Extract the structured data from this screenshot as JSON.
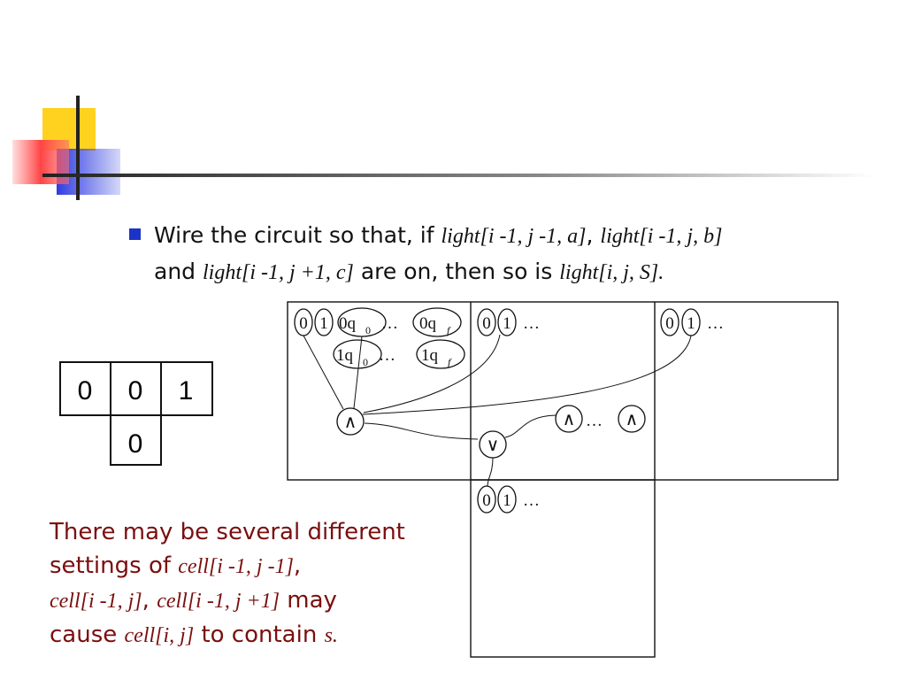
{
  "bullet": {
    "prefix": "Wire the circuit so that, if",
    "expr1": "light[i -1, j -1, a]",
    "comma1": ",",
    "expr2": "light[i -1, j, b]",
    "and": "and",
    "expr3": "light[i -1, j +1, c]",
    "middle": "are on, then so is",
    "expr4": "light[i, j, S]."
  },
  "small_grid": {
    "top_row": [
      "0",
      "0",
      "1"
    ],
    "bottom": "0"
  },
  "circuit": {
    "cell_left_labels": [
      "0",
      "1",
      "0q",
      "0",
      "…",
      "0q",
      "f",
      "1q",
      "0",
      "…",
      "1q",
      "f"
    ],
    "cell_mid_labels": [
      "0",
      "1",
      "…"
    ],
    "cell_right_labels": [
      "0",
      "1",
      "…"
    ],
    "cell_bottom_labels": [
      "0",
      "1",
      "…"
    ],
    "and_gate": "∧",
    "or_gate": "∨",
    "ellipsis": "…"
  },
  "footnote": {
    "line1": "There may be several different",
    "line2_prefix": "settings of",
    "expr_a": "cell[i -1, j -1]",
    "comma": ",",
    "expr_b": "cell[i -1, j]",
    "expr_c": "cell[i -1, j +1]",
    "may": "may",
    "cause": "cause",
    "expr_d": "cell[i, j]",
    "to_contain": "to contain",
    "expr_s": "s."
  },
  "colors": {
    "bullet": "#1c33c7",
    "footnote_text": "#7a0f0f",
    "logo_yellow": "#ffd21f",
    "logo_red": "#ff5050",
    "logo_blue": "#2f3ce0"
  }
}
